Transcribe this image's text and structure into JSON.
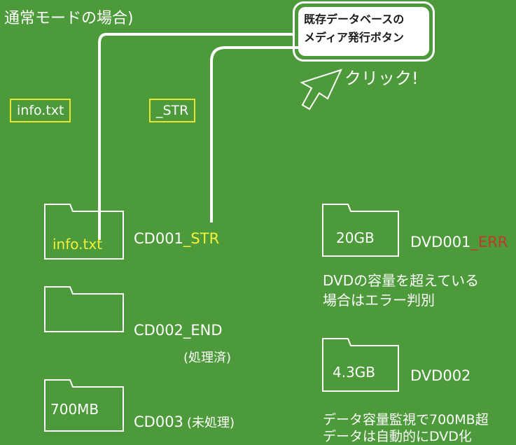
{
  "header": {
    "title": "通常モードの場合)"
  },
  "callout": {
    "line1": "既存データベースの",
    "line2": "メディア発行ボタン"
  },
  "click_label": "クリック!",
  "tags": {
    "info": "info.txt",
    "str": "_STR"
  },
  "folders": {
    "cd001": {
      "content": "info.txt",
      "name_prefix": "CD001",
      "name_suffix": "_STR"
    },
    "cd002": {
      "name": "CD002_END",
      "note": "(処理済)"
    },
    "cd003": {
      "content": "700MB",
      "name": "CD003",
      "note": "(未処理)"
    },
    "dvd001": {
      "content": "20GB",
      "name_prefix": "DVD001",
      "name_suffix": "_ERR"
    },
    "dvd002": {
      "content": "4.3GB",
      "name": "DVD002"
    }
  },
  "notes": {
    "dvd_error_line1": "DVDの容量を超えている",
    "dvd_error_line2": "場合はエラー判別",
    "monitor_line1": "データ容量監視で700MB超",
    "monitor_line2": "データは自動的にDVD化"
  },
  "colors": {
    "background": "#4c9a3a",
    "highlight": "#f2f23a",
    "error": "#c0392b",
    "stroke": "#ffffff"
  }
}
